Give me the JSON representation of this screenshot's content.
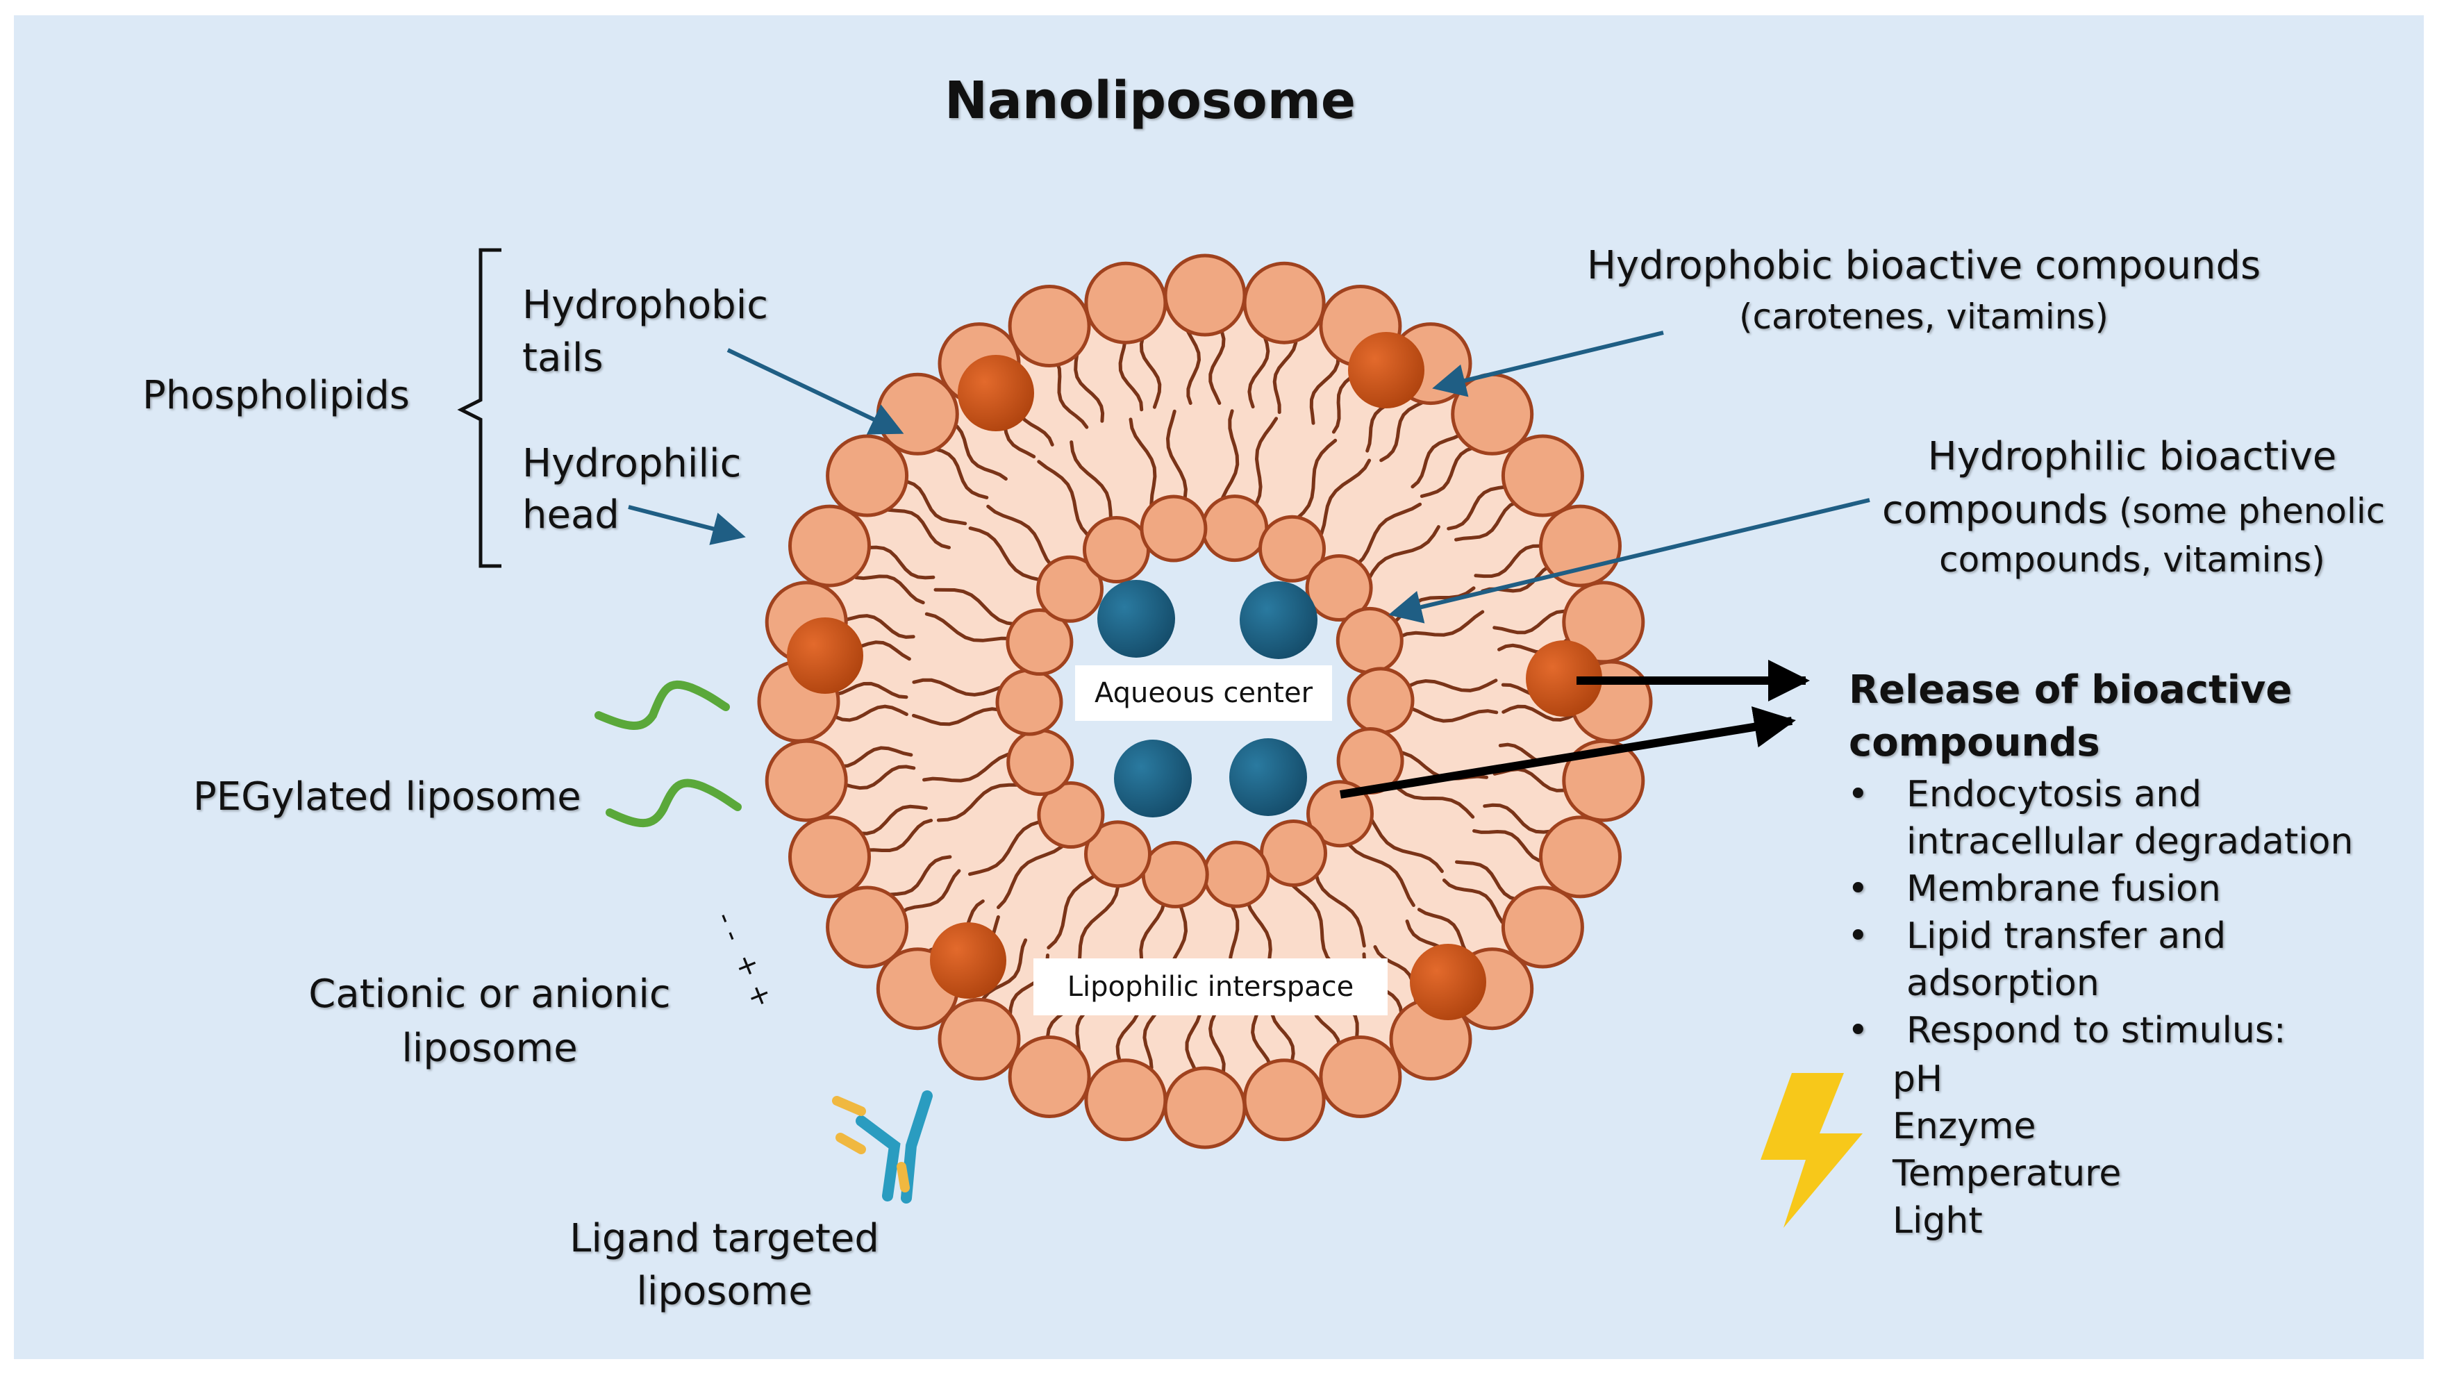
{
  "title": "Nanoliposome",
  "labels": {
    "phospholipids": "Phospholipids",
    "tails_line1": "Hydrophobic",
    "tails_line2": "tails",
    "head_line1": "Hydrophilic",
    "head_line2": "head",
    "hydrophobic_compounds": "Hydrophobic bioactive compounds",
    "hydrophobic_examples": "(carotenes, vitamins)",
    "hydrophilic_line1": "Hydrophilic bioactive",
    "hydrophilic_line2_big": "compounds",
    "hydrophilic_line2_small": " (some phenolic",
    "hydrophilic_line3": "compounds, vitamins)",
    "aqueous_center": "Aqueous center",
    "lipophilic_interspace": "Lipophilic interspace",
    "pegylated": "PEGylated liposome",
    "charged_line1": "Cationic or anionic",
    "charged_line2": "liposome",
    "ligand_line1": "Ligand targeted",
    "ligand_line2": "liposome",
    "charge_minus": "- -",
    "charge_plus": "+ +"
  },
  "release": {
    "heading_line1": "Release of bioactive",
    "heading_line2": "compounds",
    "items": [
      {
        "line1": "Endocytosis and",
        "line2": "intracellular degradation"
      },
      {
        "line1": "Membrane fusion",
        "line2": ""
      },
      {
        "line1": "Lipid transfer and",
        "line2": "adsorption"
      },
      {
        "line1": "Respond to stimulus:",
        "line2": ""
      }
    ],
    "stimuli": [
      "pH",
      "Enzyme",
      "Temperature",
      "Light"
    ]
  },
  "colors": {
    "background": "#dce9f6",
    "lipid_head": "#f0a882",
    "lipid_head_outline": "#a0421e",
    "membrane_fill": "#fadccb",
    "tail": "#7a3418",
    "bioactive_hydrophobic": "#c4501c",
    "bioactive_hydrophilic": "#1d5f82",
    "pointer_arrow": "#1f5e84",
    "release_arrow": "#000000",
    "peg": "#5aa83a",
    "antibody": "#2a9cc0",
    "antibody_tips": "#f0b840",
    "lightning": "#f7c81a"
  },
  "icons": [
    "brace-icon",
    "lightning-icon",
    "antibody-icon",
    "peg-chain-icon"
  ]
}
